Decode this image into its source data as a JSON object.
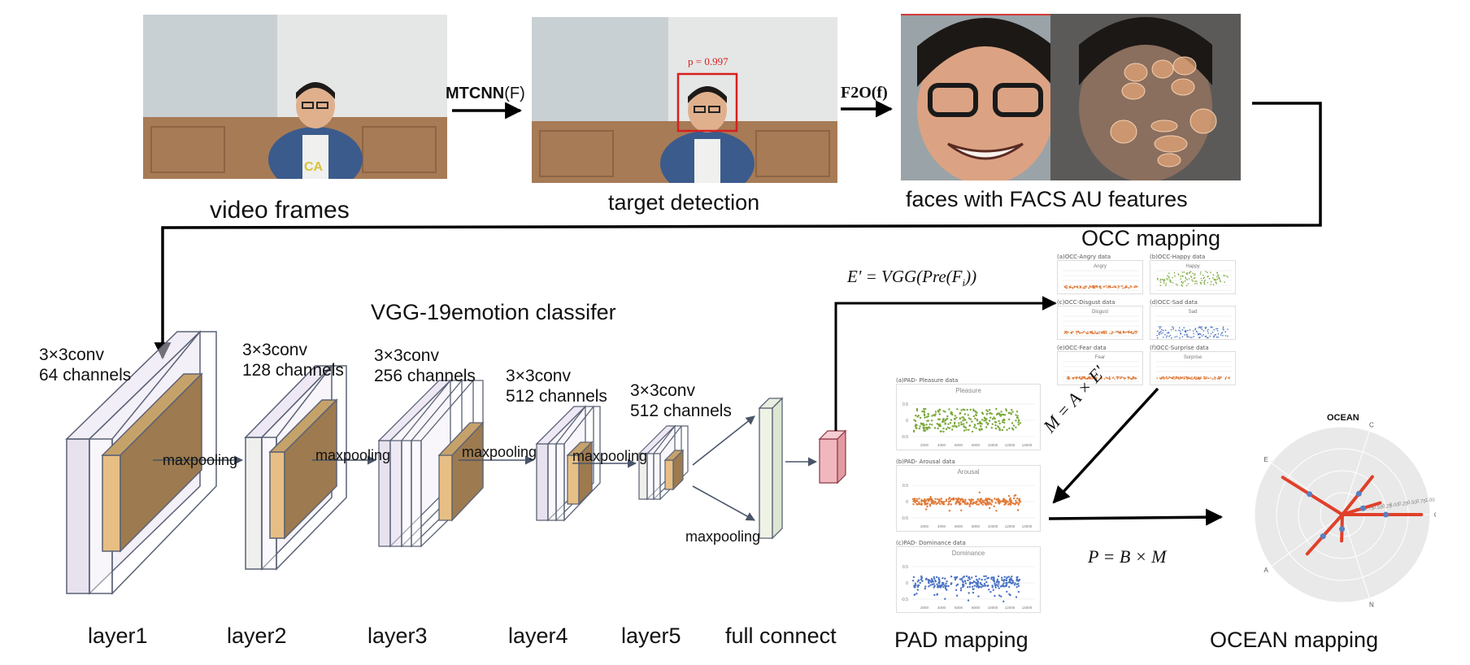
{
  "pipeline": {
    "video_frames": "video frames",
    "target_detection": "target detection",
    "faces_label": "faces with FACS AU features",
    "mtcnn": "MTCNN",
    "mtcnn_arg": "(F)",
    "f2o": "F2O(f)",
    "prob": "p = 0.997"
  },
  "vgg": {
    "title": "VGG-19emotion classifer",
    "layers": [
      {
        "conv": "3×3conv",
        "channels": "64 channels",
        "name": "layer1"
      },
      {
        "conv": "3×3conv",
        "channels": "128 channels",
        "name": "layer2"
      },
      {
        "conv": "3×3conv",
        "channels": "256 channels",
        "name": "layer3"
      },
      {
        "conv": "3×3conv",
        "channels": "512 channels",
        "name": "layer4"
      },
      {
        "conv": "3×3conv",
        "channels": "512 channels",
        "name": "layer5"
      }
    ],
    "maxpooling": "maxpooling",
    "full_connect": "full connect"
  },
  "occ": {
    "title": "OCC mapping",
    "formula": "E' = VGG(Pre(F",
    "formula_sub": "i",
    "formula_end": "))",
    "panels": [
      {
        "caption": "(a)OCC-Angry data",
        "title": "Angry",
        "color": "#e07b39"
      },
      {
        "caption": "(b)OCC-Happy data",
        "title": "Happy",
        "color": "#7aa83a"
      },
      {
        "caption": "(c)OCC-Disgust data",
        "title": "Disgust",
        "color": "#e07b39"
      },
      {
        "caption": "(d)OCC-Sad data",
        "title": "Sad",
        "color": "#4a72c4"
      },
      {
        "caption": "(e)OCC-Fear data",
        "title": "Fear",
        "color": "#e07b39"
      },
      {
        "caption": "(f)OCC-Surprise data",
        "title": "Surprise",
        "color": "#e07b39"
      }
    ]
  },
  "pad": {
    "title": "PAD mapping",
    "formula_m": "M = A × E'",
    "panels": [
      {
        "caption": "(a)PAD- Pleasure data",
        "title": "Pleasure",
        "color": "#7aa83a"
      },
      {
        "caption": "(b)PAD- Arousal data",
        "title": "Arousal",
        "color": "#e07b39"
      },
      {
        "caption": "(c)PAD- Dominance data",
        "title": "Dominance",
        "color": "#4a72c4"
      }
    ],
    "y_ticks": [
      "0.5",
      "0",
      "-0.5"
    ],
    "x_ticks": [
      "2000",
      "4000",
      "6000",
      "8000",
      "10000",
      "12000",
      "14000"
    ]
  },
  "ocean": {
    "title": "OCEAN",
    "mapping_label": "OCEAN mapping",
    "formula_p": "P = B × M",
    "axes": [
      "C",
      "O",
      "N",
      "A",
      "E"
    ],
    "ticks": [
      "-1.00",
      "-0.75",
      "-0.50",
      "-0.25",
      "0.00",
      "0.25",
      "0.50",
      "0.75",
      "1.00"
    ],
    "bar_color": "#e0402a"
  }
}
